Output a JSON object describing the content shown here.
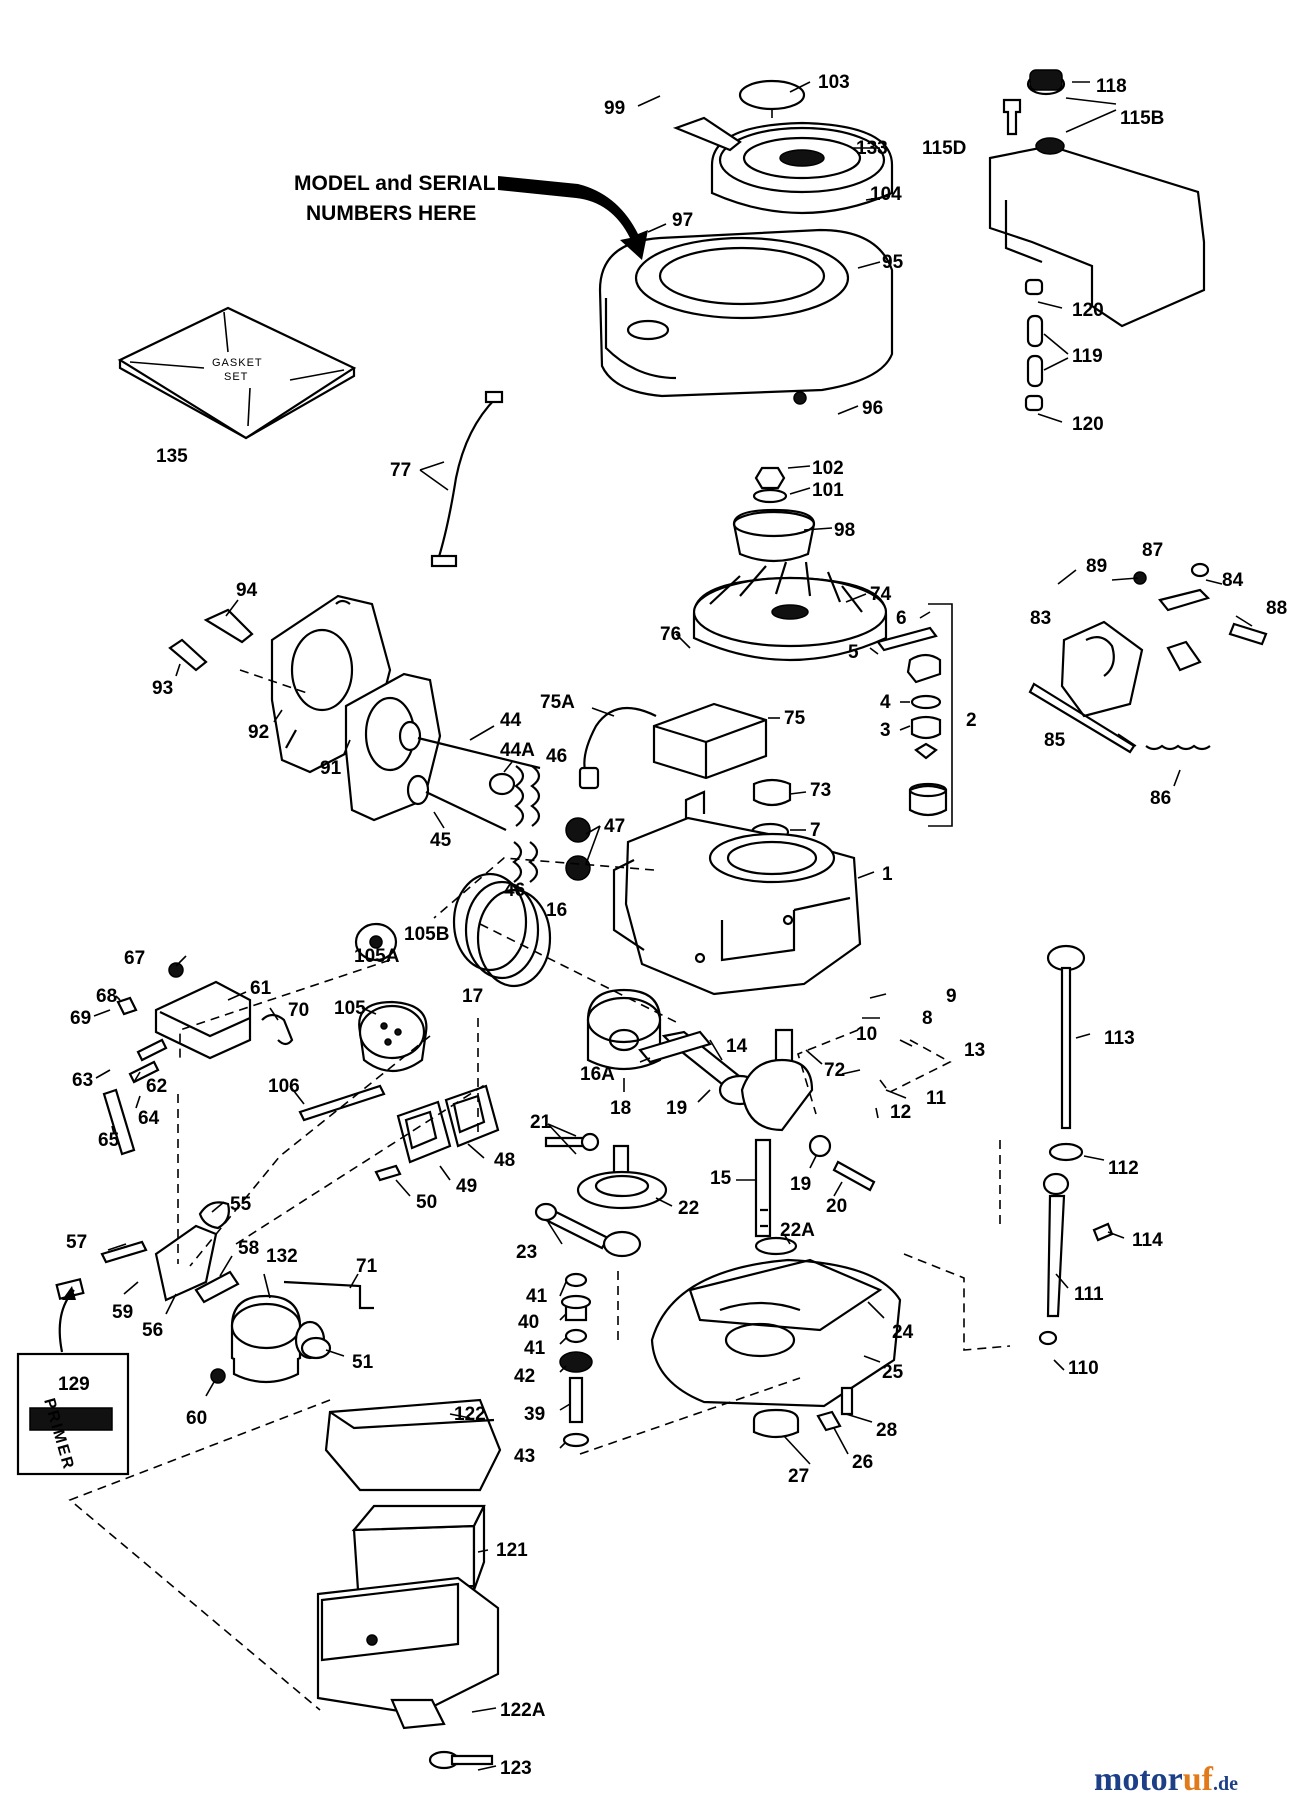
{
  "callout": {
    "line1": "MODEL and SERIAL",
    "line2": "NUMBERS HERE"
  },
  "gasket_set_label": {
    "line1": "GASKET",
    "line2": "SET"
  },
  "primer_label": "PRIMER",
  "watermark": {
    "part1": "motor",
    "part2": "uf",
    "part3": ".de"
  },
  "part_numbers": {
    "p103": "103",
    "p99": "99",
    "p133": "133",
    "p104": "104",
    "p97": "97",
    "p95": "95",
    "p96": "96",
    "p118": "118",
    "p115B": "115B",
    "p115D": "115D",
    "p120a": "120",
    "p119": "119",
    "p120b": "120",
    "p135": "135",
    "p77": "77",
    "p102": "102",
    "p101": "101",
    "p98": "98",
    "p74": "74",
    "p76": "76",
    "p6": "6",
    "p5": "5",
    "p4": "4",
    "p3": "3",
    "p2": "2",
    "p75A": "75A",
    "p75": "75",
    "p73": "73",
    "p7": "7",
    "p94": "94",
    "p93": "93",
    "p92": "92",
    "p91": "91",
    "p44": "44",
    "p44A": "44A",
    "p46a": "46",
    "p45": "45",
    "p47": "47",
    "p46b": "46",
    "p1": "1",
    "p16": "16",
    "p105A": "105A",
    "p105B": "105B",
    "p17": "17",
    "p89": "89",
    "p87": "87",
    "p84": "84",
    "p83": "83",
    "p88": "88",
    "p85": "85",
    "p86": "86",
    "p67": "67",
    "p61": "61",
    "p68": "68",
    "p69": "69",
    "p70": "70",
    "p105": "105",
    "p63": "63",
    "p62": "62",
    "p64": "64",
    "p65": "65",
    "p106": "106",
    "p16A": "16A",
    "p18": "18",
    "p19a": "19",
    "p14": "14",
    "p72": "72",
    "p9": "9",
    "p8": "8",
    "p13": "13",
    "p10": "10",
    "p11": "11",
    "p12": "12",
    "p113": "113",
    "p21": "21",
    "p48": "48",
    "p49": "49",
    "p50": "50",
    "p15": "15",
    "p19b": "19",
    "p20": "20",
    "p22": "22",
    "p22A": "22A",
    "p112": "112",
    "p55": "55",
    "p57": "57",
    "p58": "58",
    "p132": "132",
    "p71": "71",
    "p23": "23",
    "p114": "114",
    "p41a": "41",
    "p40": "40",
    "p41b": "41",
    "p42": "42",
    "p39": "39",
    "p43": "43",
    "p111": "111",
    "p24": "24",
    "p25": "25",
    "p110": "110",
    "p59": "59",
    "p56": "56",
    "p51": "51",
    "p129": "129",
    "p60": "60",
    "p28": "28",
    "p27": "27",
    "p26": "26",
    "p122": "122",
    "p121": "121",
    "p122A": "122A",
    "p123": "123"
  }
}
